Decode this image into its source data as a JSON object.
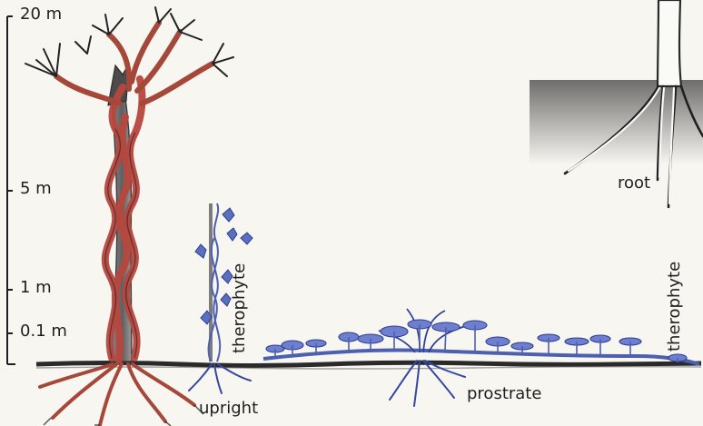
{
  "scale": {
    "ticks": [
      {
        "label": "20 m"
      },
      {
        "label": "5 m"
      },
      {
        "label": "1 m"
      },
      {
        "label": "0.1 m"
      }
    ]
  },
  "labels": {
    "upright": "upright",
    "therophyte_left": "therophyte",
    "prostrate": "prostrate",
    "therophyte_right": "therophyte",
    "root": "root"
  },
  "colors": {
    "background": "#f7f6f1",
    "ground": "#2a2a2a",
    "liana_red": "#b8473e",
    "support_trunk": "#6f6f6f",
    "blue_herb": "#4d5fb0",
    "ink": "#1f1f1f"
  },
  "icons": {
    "liana": "woody-liana-icon",
    "upright_herb": "upright-therophyte-icon",
    "prostrate_herb": "prostrate-therophyte-icon",
    "root": "root-icon"
  }
}
